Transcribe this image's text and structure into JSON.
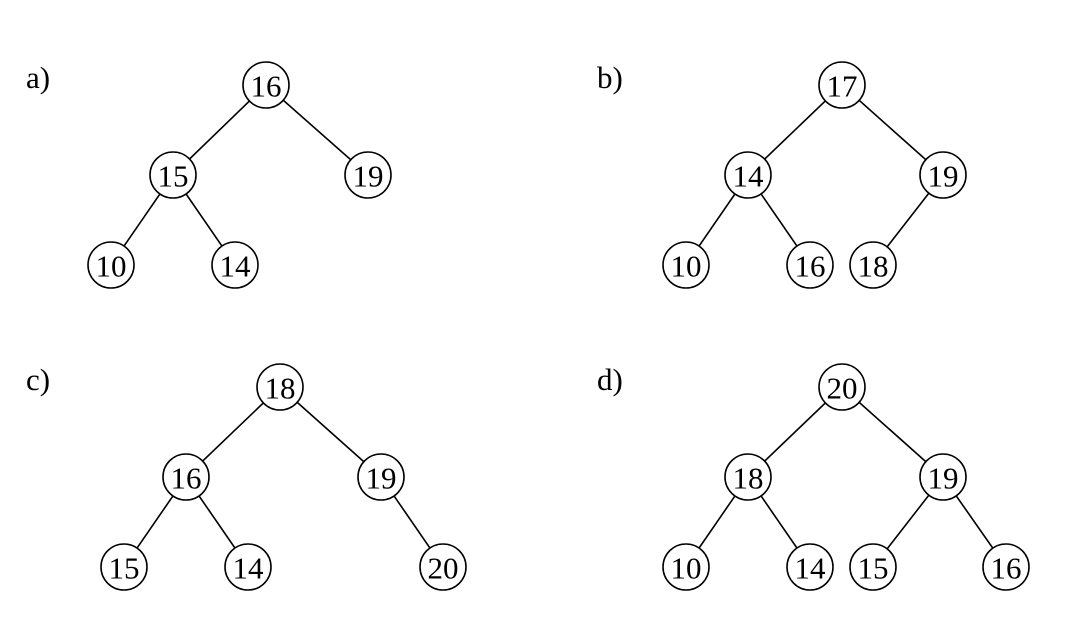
{
  "trees": [
    {
      "label": "a)",
      "nodes": [
        {
          "id": "n1",
          "value": "16"
        },
        {
          "id": "n2",
          "value": "15"
        },
        {
          "id": "n3",
          "value": "19"
        },
        {
          "id": "n4",
          "value": "10"
        },
        {
          "id": "n5",
          "value": "14"
        }
      ],
      "edges": [
        [
          "n1",
          "n2"
        ],
        [
          "n1",
          "n3"
        ],
        [
          "n2",
          "n4"
        ],
        [
          "n2",
          "n5"
        ]
      ]
    },
    {
      "label": "b)",
      "nodes": [
        {
          "id": "n1",
          "value": "17"
        },
        {
          "id": "n2",
          "value": "14"
        },
        {
          "id": "n3",
          "value": "19"
        },
        {
          "id": "n4",
          "value": "10"
        },
        {
          "id": "n5",
          "value": "16"
        },
        {
          "id": "n6",
          "value": "18"
        }
      ],
      "edges": [
        [
          "n1",
          "n2"
        ],
        [
          "n1",
          "n3"
        ],
        [
          "n2",
          "n4"
        ],
        [
          "n2",
          "n5"
        ],
        [
          "n3",
          "n6"
        ]
      ]
    },
    {
      "label": "c)",
      "nodes": [
        {
          "id": "n1",
          "value": "18"
        },
        {
          "id": "n2",
          "value": "16"
        },
        {
          "id": "n3",
          "value": "19"
        },
        {
          "id": "n4",
          "value": "15"
        },
        {
          "id": "n5",
          "value": "14"
        },
        {
          "id": "n7",
          "value": "20"
        }
      ],
      "edges": [
        [
          "n1",
          "n2"
        ],
        [
          "n1",
          "n3"
        ],
        [
          "n2",
          "n4"
        ],
        [
          "n2",
          "n5"
        ],
        [
          "n3",
          "n7"
        ]
      ]
    },
    {
      "label": "d)",
      "nodes": [
        {
          "id": "n1",
          "value": "20"
        },
        {
          "id": "n2",
          "value": "18"
        },
        {
          "id": "n3",
          "value": "19"
        },
        {
          "id": "n4",
          "value": "10"
        },
        {
          "id": "n5",
          "value": "14"
        },
        {
          "id": "n6",
          "value": "15"
        },
        {
          "id": "n7",
          "value": "16"
        }
      ],
      "edges": [
        [
          "n1",
          "n2"
        ],
        [
          "n1",
          "n3"
        ],
        [
          "n2",
          "n4"
        ],
        [
          "n2",
          "n5"
        ],
        [
          "n3",
          "n6"
        ],
        [
          "n3",
          "n7"
        ]
      ]
    }
  ]
}
